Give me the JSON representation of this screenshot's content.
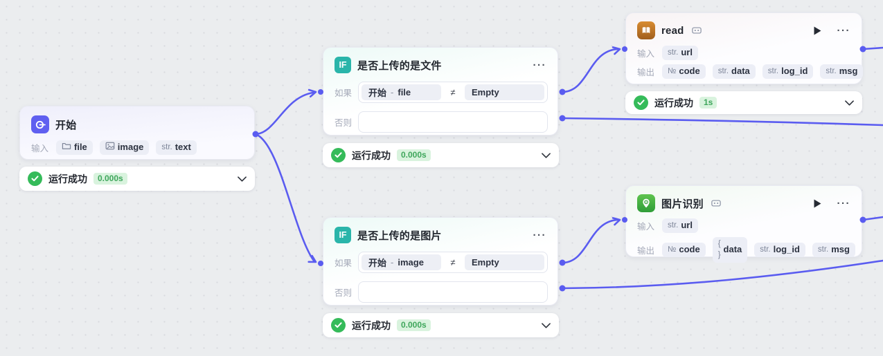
{
  "ui": {
    "more_icon": "···",
    "edge_color": "#5a5cf0"
  },
  "nodes": {
    "start": {
      "title": "开始",
      "inputs_label": "输入",
      "inputs": [
        {
          "icon": "folder-icon",
          "name": "file"
        },
        {
          "icon": "image-icon",
          "name": "image"
        },
        {
          "type": "str.",
          "name": "text"
        }
      ],
      "status": {
        "label": "运行成功",
        "duration": "0.000s"
      }
    },
    "if_file": {
      "icon_label": "IF",
      "title": "是否上传的是文件",
      "if_label": "如果",
      "else_label": "否则",
      "condition": {
        "ref_node": "开始",
        "sep": "-",
        "ref_field": "file",
        "operator": "≠",
        "right_value": "Empty"
      },
      "status": {
        "label": "运行成功",
        "duration": "0.000s"
      }
    },
    "if_image": {
      "icon_label": "IF",
      "title": "是否上传的是图片",
      "if_label": "如果",
      "else_label": "否则",
      "condition": {
        "ref_node": "开始",
        "sep": "-",
        "ref_field": "image",
        "operator": "≠",
        "right_value": "Empty"
      },
      "status": {
        "label": "运行成功",
        "duration": "0.000s"
      }
    },
    "read": {
      "title": "read",
      "inputs_label": "输入",
      "outputs_label": "输出",
      "inputs": [
        {
          "type": "str.",
          "name": "url"
        }
      ],
      "outputs": [
        {
          "type": "№",
          "name": "code"
        },
        {
          "type": "str.",
          "name": "data"
        },
        {
          "type": "str.",
          "name": "log_id"
        },
        {
          "type": "str.",
          "name": "msg"
        }
      ],
      "status": {
        "label": "运行成功",
        "duration": "1s"
      }
    },
    "image_recognition": {
      "title": "图片识别",
      "inputs_label": "输入",
      "outputs_label": "输出",
      "inputs": [
        {
          "type": "str.",
          "name": "url"
        }
      ],
      "outputs": [
        {
          "type": "№",
          "name": "code"
        },
        {
          "type": "{ }",
          "name": "data"
        },
        {
          "type": "str.",
          "name": "log_id"
        },
        {
          "type": "str.",
          "name": "msg"
        }
      ]
    }
  },
  "edges": [
    {
      "from": "start",
      "to": "if_file"
    },
    {
      "from": "start",
      "to": "if_image"
    },
    {
      "from": "if_file.if",
      "to": "read"
    },
    {
      "from": "if_file.else",
      "to": "offscreen-right"
    },
    {
      "from": "if_image.if",
      "to": "image_recognition"
    },
    {
      "from": "if_image.else",
      "to": "offscreen-right"
    },
    {
      "from": "read",
      "to": "offscreen-right"
    },
    {
      "from": "image_recognition",
      "to": "offscreen-right"
    }
  ]
}
